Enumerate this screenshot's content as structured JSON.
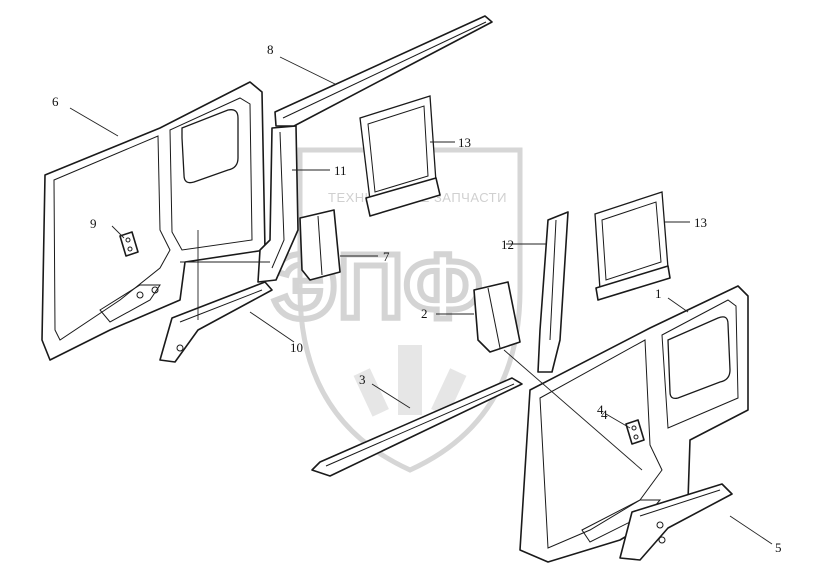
{
  "watermark": {
    "top_text": "ТЕХНИЧЕСКИЕ ЗАПЧАСТИ",
    "big_text": "ЭПФ"
  },
  "callouts": [
    {
      "id": "c1",
      "label": "1"
    },
    {
      "id": "c2",
      "label": "2"
    },
    {
      "id": "c3",
      "label": "3"
    },
    {
      "id": "c4a",
      "label": "4"
    },
    {
      "id": "c4b",
      "label": "4"
    },
    {
      "id": "c5",
      "label": "5"
    },
    {
      "id": "c6",
      "label": "6"
    },
    {
      "id": "c7",
      "label": "7"
    },
    {
      "id": "c8",
      "label": "8"
    },
    {
      "id": "c9",
      "label": "9"
    },
    {
      "id": "c10",
      "label": "10"
    },
    {
      "id": "c11",
      "label": "11"
    },
    {
      "id": "c12",
      "label": "12"
    },
    {
      "id": "c13a",
      "label": "13"
    },
    {
      "id": "c13b",
      "label": "13"
    }
  ],
  "colors": {
    "line": "#1a1a1a",
    "watermark": "#d4d4d4",
    "background": "#ffffff"
  }
}
